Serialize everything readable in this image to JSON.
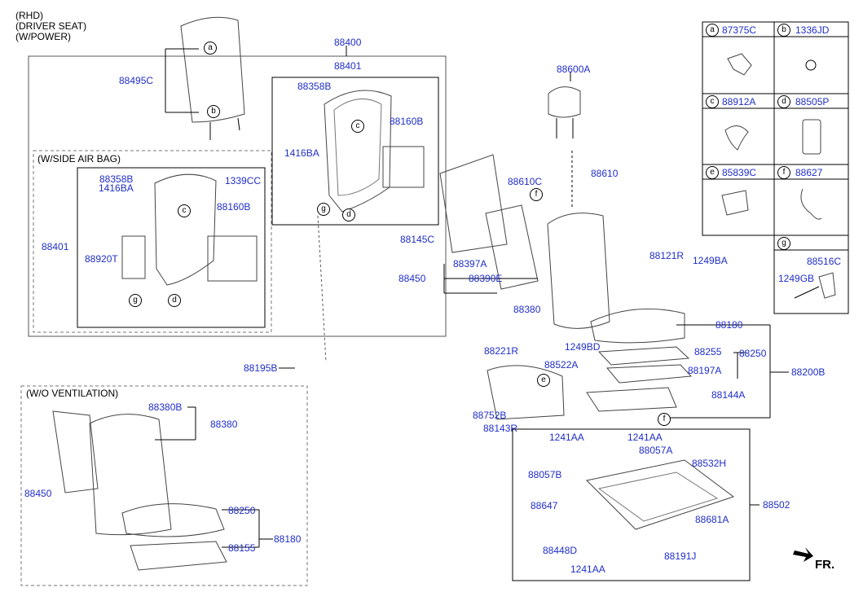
{
  "header_notes": [
    "(RHD)",
    "(DRIVER SEAT)",
    "(W/POWER)"
  ],
  "group_titles": {
    "side_air_bag": "(W/SIDE AIR BAG)",
    "wo_ventilation": "(W/O VENTILATION)"
  },
  "legend": [
    {
      "key": "a",
      "part": "87375C"
    },
    {
      "key": "b",
      "part": "1336JD"
    },
    {
      "key": "c",
      "part": "88912A"
    },
    {
      "key": "d",
      "part": "88505P"
    },
    {
      "key": "e",
      "part": "85839C"
    },
    {
      "key": "f",
      "part": "88627"
    },
    {
      "key": "g",
      "part": "88516C",
      "sub": "1249GB"
    }
  ],
  "part_numbers": {
    "p88495C": "88495C",
    "p88400": "88400",
    "p88401": "88401",
    "p88358B": "88358B",
    "p1416BA": "1416BA",
    "p88160B": "88160B",
    "p88600A": "88600A",
    "p88610C": "88610C",
    "p88610": "88610",
    "p88145C": "88145C",
    "p88397A": "88397A",
    "p88450": "88450",
    "p88390E": "88390E",
    "p88380": "88380",
    "p88121R": "88121R",
    "p1249BA": "1249BA",
    "p88180": "88180",
    "p88255": "88255",
    "p88250": "88250",
    "p88197A": "88197A",
    "p88200B": "88200B",
    "p88144A": "88144A",
    "p88221R": "88221R",
    "p1249BD": "1249BD",
    "p88522A": "88522A",
    "p88752B": "88752B",
    "p88143R": "88143R",
    "p88195B": "88195B",
    "p1339CC": "1339CC",
    "p88920T": "88920T",
    "p88380B": "88380B",
    "p88155": "88155",
    "p1241AA": "1241AA",
    "p88057A": "88057A",
    "p88057B": "88057B",
    "p88532H": "88532H",
    "p88647": "88647",
    "p88502": "88502",
    "p88681A": "88681A",
    "p88448D": "88448D",
    "p88191J": "88191J"
  },
  "direction_label": "FR."
}
